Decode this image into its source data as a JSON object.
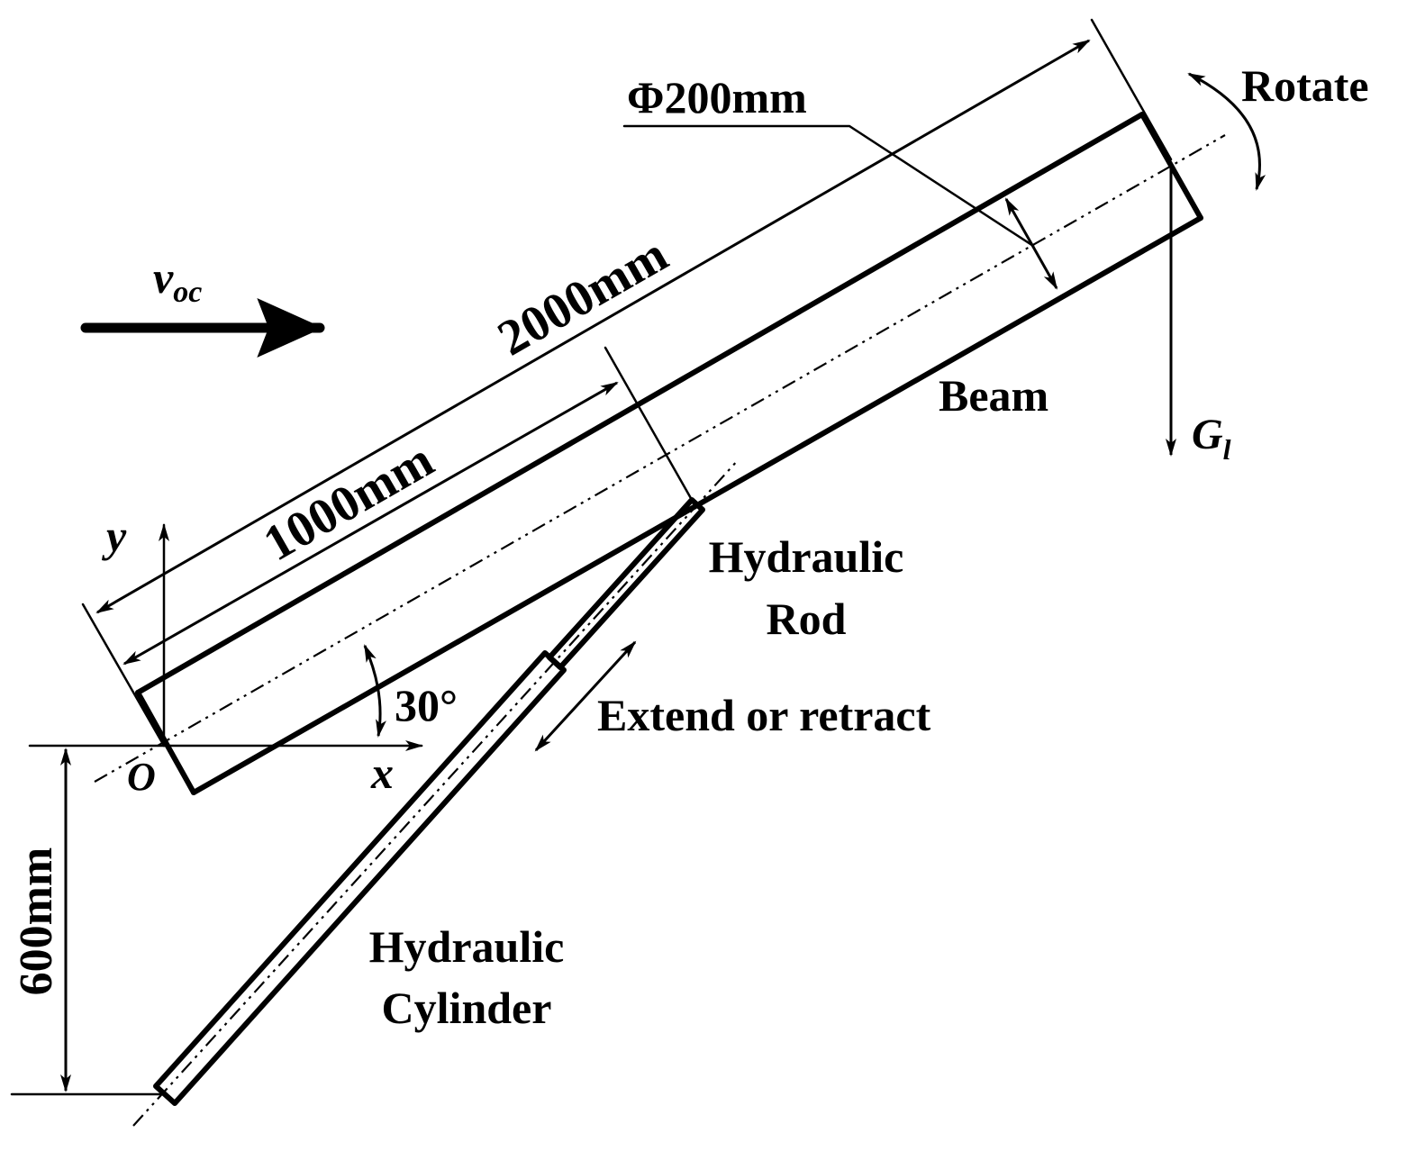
{
  "labels": {
    "velocity": "v",
    "velocity_sub": "oc",
    "beam": "Beam",
    "rotate": "Rotate",
    "load": "G",
    "load_sub": "l",
    "diameter": "Φ200mm",
    "length_total": "2000mm",
    "length_half": "1000mm",
    "height": "600mm",
    "angle": "30°",
    "axis_x": "x",
    "axis_y": "y",
    "origin": "O",
    "rod_line1": "Hydraulic",
    "rod_line2": "Rod",
    "cylinder_line1": "Hydraulic",
    "cylinder_line2": "Cylinder",
    "extend": "Extend or retract"
  }
}
